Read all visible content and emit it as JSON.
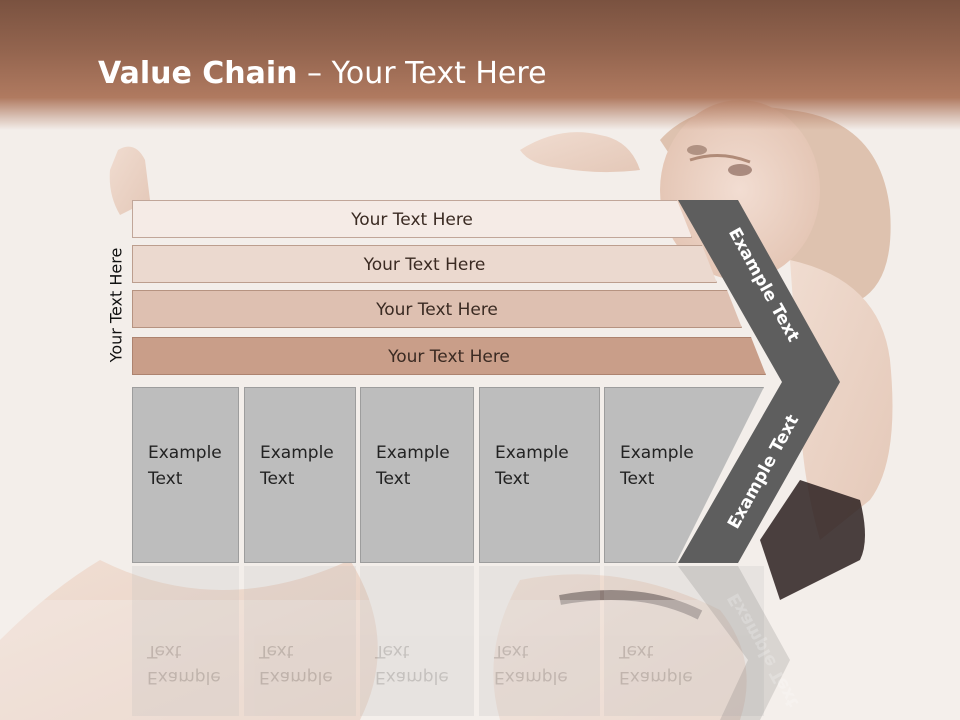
{
  "title": {
    "bold": "Value Chain",
    "rest": " – Your Text Here"
  },
  "vertical_label": "Your Text Here",
  "bars": [
    {
      "label": "Your Text Here",
      "color": "#f5ebe6"
    },
    {
      "label": "Your Text Here",
      "color": "#ebd9cf"
    },
    {
      "label": "Your Text Here",
      "color": "#dec0b1"
    },
    {
      "label": "Your Text Here",
      "color": "#c99e89"
    }
  ],
  "boxes": [
    {
      "line1": "Example",
      "line2": "Text"
    },
    {
      "line1": "Example",
      "line2": "Text"
    },
    {
      "line1": "Example",
      "line2": "Text"
    },
    {
      "line1": "Example",
      "line2": "Text"
    },
    {
      "line1": "Example",
      "line2": "Text"
    }
  ],
  "chevron": {
    "upper": "Example Text",
    "lower": "Example Text",
    "color": "#5e5e5e"
  }
}
